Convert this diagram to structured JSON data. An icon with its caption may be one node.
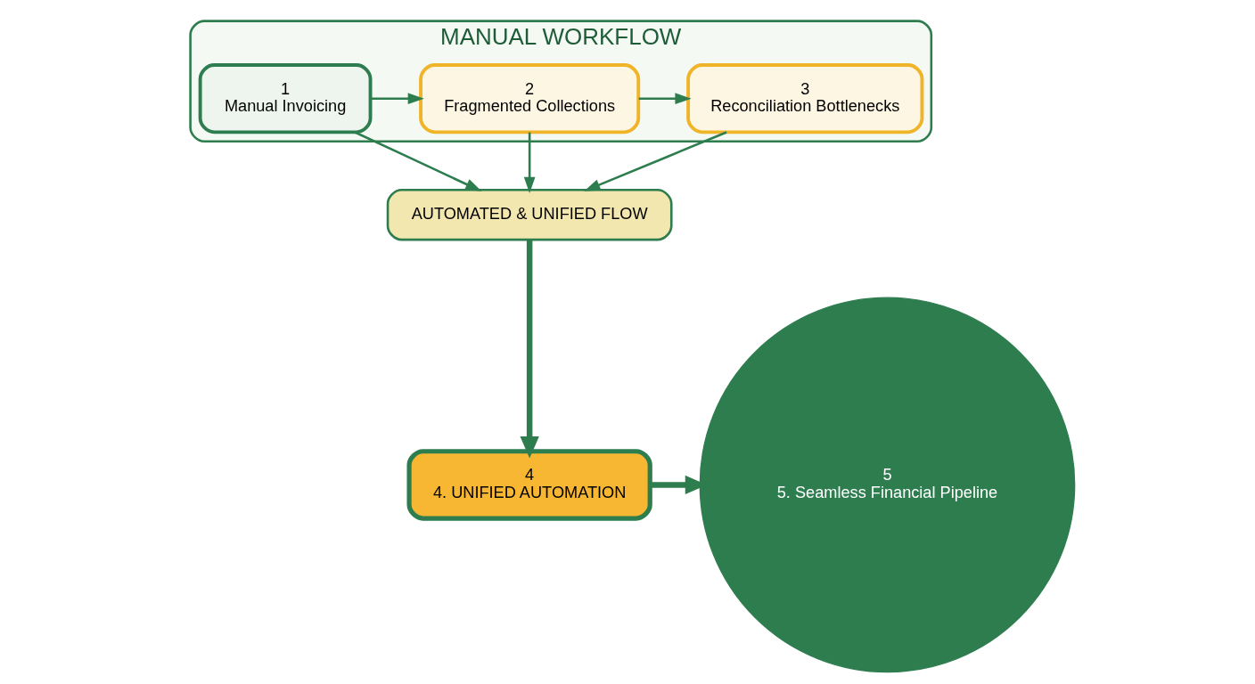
{
  "diagram": {
    "nodes": [
      {
        "text": [
          "MANUAL WORKFLOW"
        ]
      },
      {
        "text": [
          "1",
          "Manual Invoicing"
        ],
        "in": 0
      },
      {
        "text": [
          "2",
          "Fragmented Collections"
        ],
        "in": 0
      },
      {
        "text": [
          "3",
          "Reconciliation Bottlenecks"
        ],
        "in": 0
      },
      {
        "text": [
          "AUTOMATED & UNIFIED FLOW"
        ]
      },
      {
        "text": [
          "4",
          "4. UNIFIED AUTOMATION"
        ]
      },
      {
        "text": [
          "5",
          "5. Seamless Financial Pipeline"
        ]
      }
    ],
    "edges": [
      {
        "from": 1,
        "to": 2,
        "arrow": "to"
      },
      {
        "from": 2,
        "to": 3,
        "arrow": "to"
      },
      {
        "from": 1,
        "to": 4,
        "arrow": "to"
      },
      {
        "from": 2,
        "to": 4,
        "arrow": "to"
      },
      {
        "from": 3,
        "to": 4,
        "arrow": "to"
      },
      {
        "from": 4,
        "to": 5,
        "arrow": "to",
        "style": "thick"
      },
      {
        "from": 5,
        "to": 6,
        "arrow": "to",
        "style": "thick"
      }
    ]
  }
}
